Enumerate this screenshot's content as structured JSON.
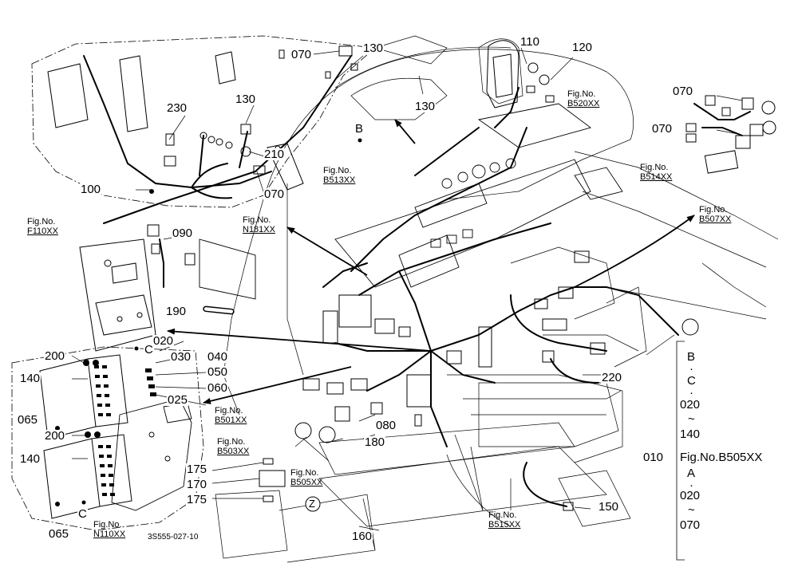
{
  "drawing_id": "3S555-027-10",
  "fig_prefix": "Fig.No.",
  "figure_refs": [
    {
      "id": "f110",
      "code": "F110XX"
    },
    {
      "id": "n181",
      "code": "N181XX"
    },
    {
      "id": "b513",
      "code": "B513XX"
    },
    {
      "id": "b520",
      "code": "B520XX"
    },
    {
      "id": "b514",
      "code": "B514XX"
    },
    {
      "id": "b507",
      "code": "B507XX"
    },
    {
      "id": "b501",
      "code": "B501XX"
    },
    {
      "id": "b503",
      "code": "B503XX"
    },
    {
      "id": "b505",
      "code": "B505XX"
    },
    {
      "id": "n110",
      "code": "N110XX"
    },
    {
      "id": "b515",
      "code": "B515XX"
    }
  ],
  "part_labels": [
    {
      "id": "p070a",
      "text": "070"
    },
    {
      "id": "p130a",
      "text": "130"
    },
    {
      "id": "p110",
      "text": "110"
    },
    {
      "id": "p120",
      "text": "120"
    },
    {
      "id": "p130b",
      "text": "130"
    },
    {
      "id": "p130c",
      "text": "130"
    },
    {
      "id": "p230",
      "text": "230"
    },
    {
      "id": "p210",
      "text": "210"
    },
    {
      "id": "p100",
      "text": "100"
    },
    {
      "id": "p070b",
      "text": "070"
    },
    {
      "id": "p070c",
      "text": "070"
    },
    {
      "id": "p070d",
      "text": "070"
    },
    {
      "id": "pB",
      "text": "B"
    },
    {
      "id": "p090",
      "text": "090"
    },
    {
      "id": "p190",
      "text": "190"
    },
    {
      "id": "p020",
      "text": "020"
    },
    {
      "id": "pC1",
      "text": "C"
    },
    {
      "id": "p030",
      "text": "030"
    },
    {
      "id": "p040",
      "text": "040"
    },
    {
      "id": "p050",
      "text": "050"
    },
    {
      "id": "p060",
      "text": "060"
    },
    {
      "id": "p025",
      "text": "025"
    },
    {
      "id": "p200a",
      "text": "200"
    },
    {
      "id": "p140a",
      "text": "140"
    },
    {
      "id": "p065a",
      "text": "065"
    },
    {
      "id": "p200b",
      "text": "200"
    },
    {
      "id": "p140b",
      "text": "140"
    },
    {
      "id": "p065b",
      "text": "065"
    },
    {
      "id": "pC2",
      "text": "C"
    },
    {
      "id": "p080",
      "text": "080"
    },
    {
      "id": "p180",
      "text": "180"
    },
    {
      "id": "p220",
      "text": "220"
    },
    {
      "id": "p175a",
      "text": "175"
    },
    {
      "id": "p170",
      "text": "170"
    },
    {
      "id": "p175b",
      "text": "175"
    },
    {
      "id": "pZ",
      "text": "Z"
    },
    {
      "id": "p150",
      "text": "150"
    },
    {
      "id": "p160",
      "text": "160"
    }
  ],
  "assembly_key": {
    "item_b": "B",
    "dot1": "·",
    "item_c": "C",
    "dot2": "·",
    "from1": "020",
    "tilde1": "~",
    "to1": "140",
    "ref_number": "010",
    "fig_ref": "Fig.No.B505XX",
    "item_a": "A",
    "dot3": "·",
    "from2": "020",
    "tilde2": "~",
    "to2": "070"
  }
}
